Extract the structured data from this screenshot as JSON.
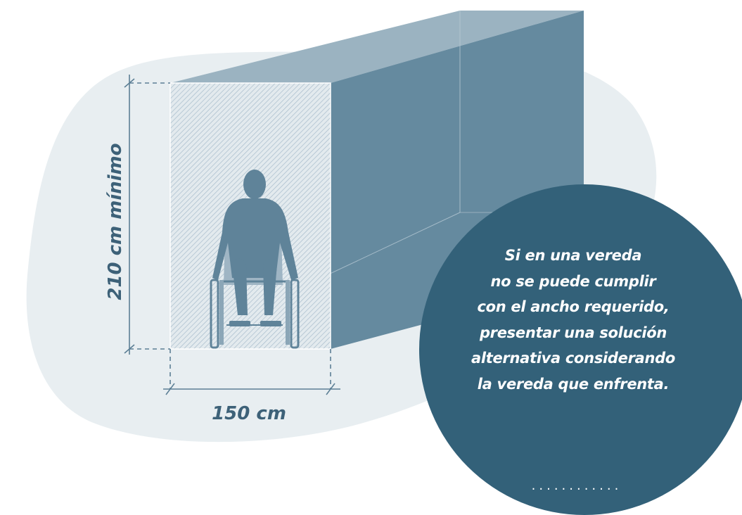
{
  "dimensions": {
    "height_label": "210 cm mínimo",
    "width_label": "150 cm"
  },
  "callout": {
    "lines": [
      "Si en una vereda",
      "no se puede cumplir",
      "con el ancho requerido,",
      "presentar una solución",
      "alternativa considerando",
      "la vereda que enfrenta."
    ],
    "dots": "............"
  },
  "colors": {
    "blob": "#e8eef1",
    "box_top": "#9bb3c1",
    "box_side": "#668aa0",
    "front_face": "#c9d6de",
    "callout_bg": "#336179",
    "dimension_lines": "#5c7f95",
    "figure": "#5f8399"
  },
  "icons": [
    "wheelchair-user-icon"
  ]
}
